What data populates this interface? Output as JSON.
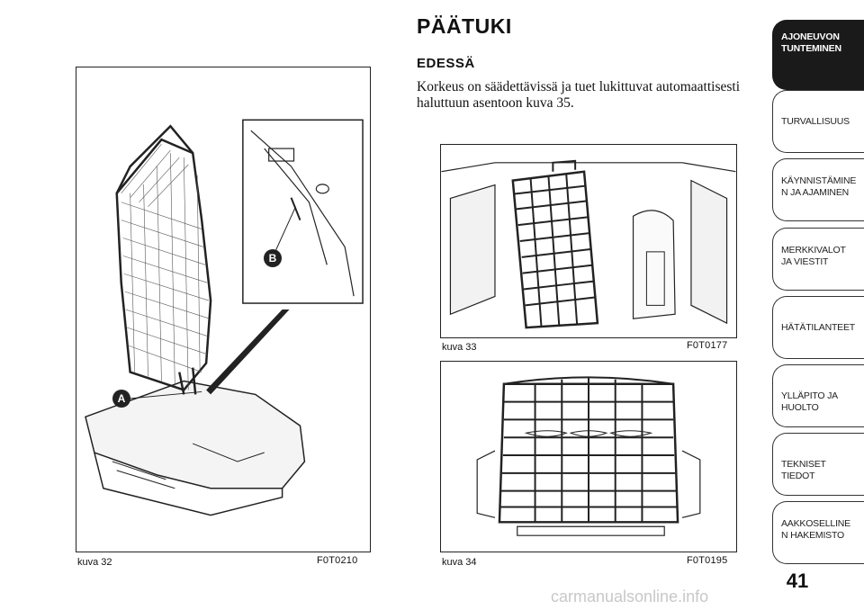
{
  "title": "PÄÄTUKI",
  "subtitle": "EDESSÄ",
  "body_text": "Korkeus on säädettävissä ja tuet lukittuvat automaattisesti haluttuun asentoon kuva 35.",
  "figures": [
    {
      "caption": "kuva 32",
      "code": "F0T0210",
      "callouts": [
        "A",
        "B"
      ]
    },
    {
      "caption": "kuva 33",
      "code": "F0T0177"
    },
    {
      "caption": "kuva 34",
      "code": "F0T0195"
    }
  ],
  "tabs": [
    {
      "label": "AJONEUVON TUNTEMINEN",
      "active": true
    },
    {
      "label": "TURVALLISUUS",
      "active": false
    },
    {
      "label": "KÄYNNISTÄMINEN JA AJAMINEN",
      "active": false
    },
    {
      "label": "MERKKIVALOT JA VIESTIT",
      "active": false
    },
    {
      "label": "HÄTÄTILANTEET",
      "active": false
    },
    {
      "label": "YLLÄPITO JA HUOLTO",
      "active": false
    },
    {
      "label": "TEKNISET TIEDOT",
      "active": false
    },
    {
      "label": "AAKKOSELLINEN HAKEMISTO",
      "active": false
    }
  ],
  "page_number": "41",
  "watermark": "carmanualsonline.info",
  "colors": {
    "active_tab": "#1a1a1a",
    "tab_border": "#333333",
    "watermark": "#c8c8c8"
  }
}
